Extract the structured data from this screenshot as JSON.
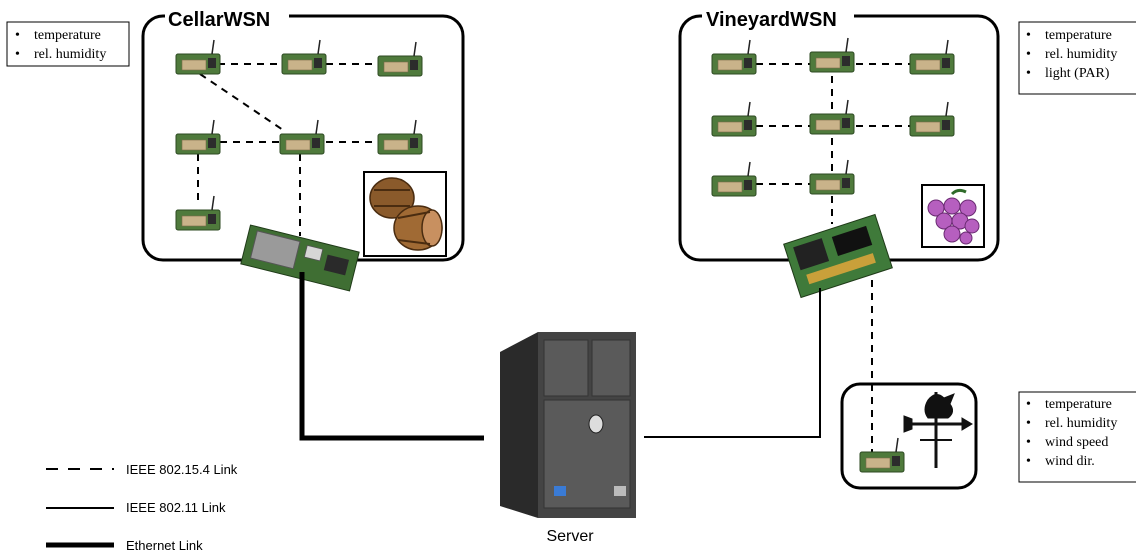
{
  "cellar": {
    "title": "CellarWSN",
    "sensors": [
      "temperature",
      "rel. humidity"
    ]
  },
  "vineyard": {
    "title": "VineyardWSN",
    "sensors": [
      "temperature",
      "rel. humidity",
      "light (PAR)"
    ]
  },
  "weather": {
    "sensors": [
      "temperature",
      "rel. humidity",
      "wind speed",
      "wind dir."
    ]
  },
  "server": {
    "label": "Server"
  },
  "legend": [
    {
      "style": "dashed",
      "label": "IEEE 802.15.4 Link"
    },
    {
      "style": "thin",
      "label": "IEEE 802.11 Link"
    },
    {
      "style": "thick",
      "label": "Ethernet Link"
    }
  ],
  "colors": {
    "node_board": "#4f7a3c",
    "node_body": "#c9b38a",
    "barrel": "#8a5a2b",
    "grapes": "#b65fbf",
    "server_body": "#3a3a3a"
  },
  "icons": [
    "sensor-node-icon",
    "gateway-board-icon",
    "barrel-icon",
    "grapes-icon",
    "weather-vane-icon",
    "server-tower-icon"
  ]
}
